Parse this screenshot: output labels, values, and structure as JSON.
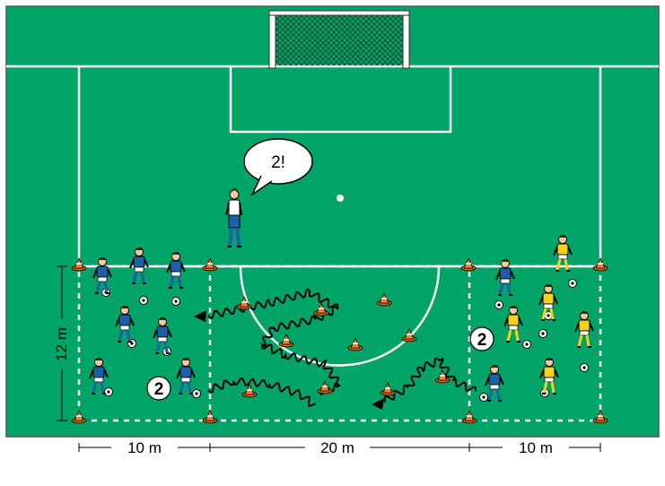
{
  "colors": {
    "pitch": "#00A466",
    "lines": "#ffffff",
    "frame": "#555555",
    "blue_team": "#1f5fa8",
    "yellow_team": "#f4d11a",
    "cone": "#f2802e",
    "coach_shirt": "#ffffff",
    "path": "#000000"
  },
  "field": {
    "coach_call": "2!",
    "zone_left_number": "2",
    "zone_right_number": "2"
  },
  "dimensions": {
    "height_label": "12 m",
    "left_width_label": "10 m",
    "middle_width_label": "20 m",
    "right_width_label": "10 m"
  },
  "icons": {
    "goal": "goal-net-icon",
    "cone": "cone-icon",
    "player": "player-icon",
    "ball": "ball-icon",
    "arrow": "arrow-head-icon"
  }
}
